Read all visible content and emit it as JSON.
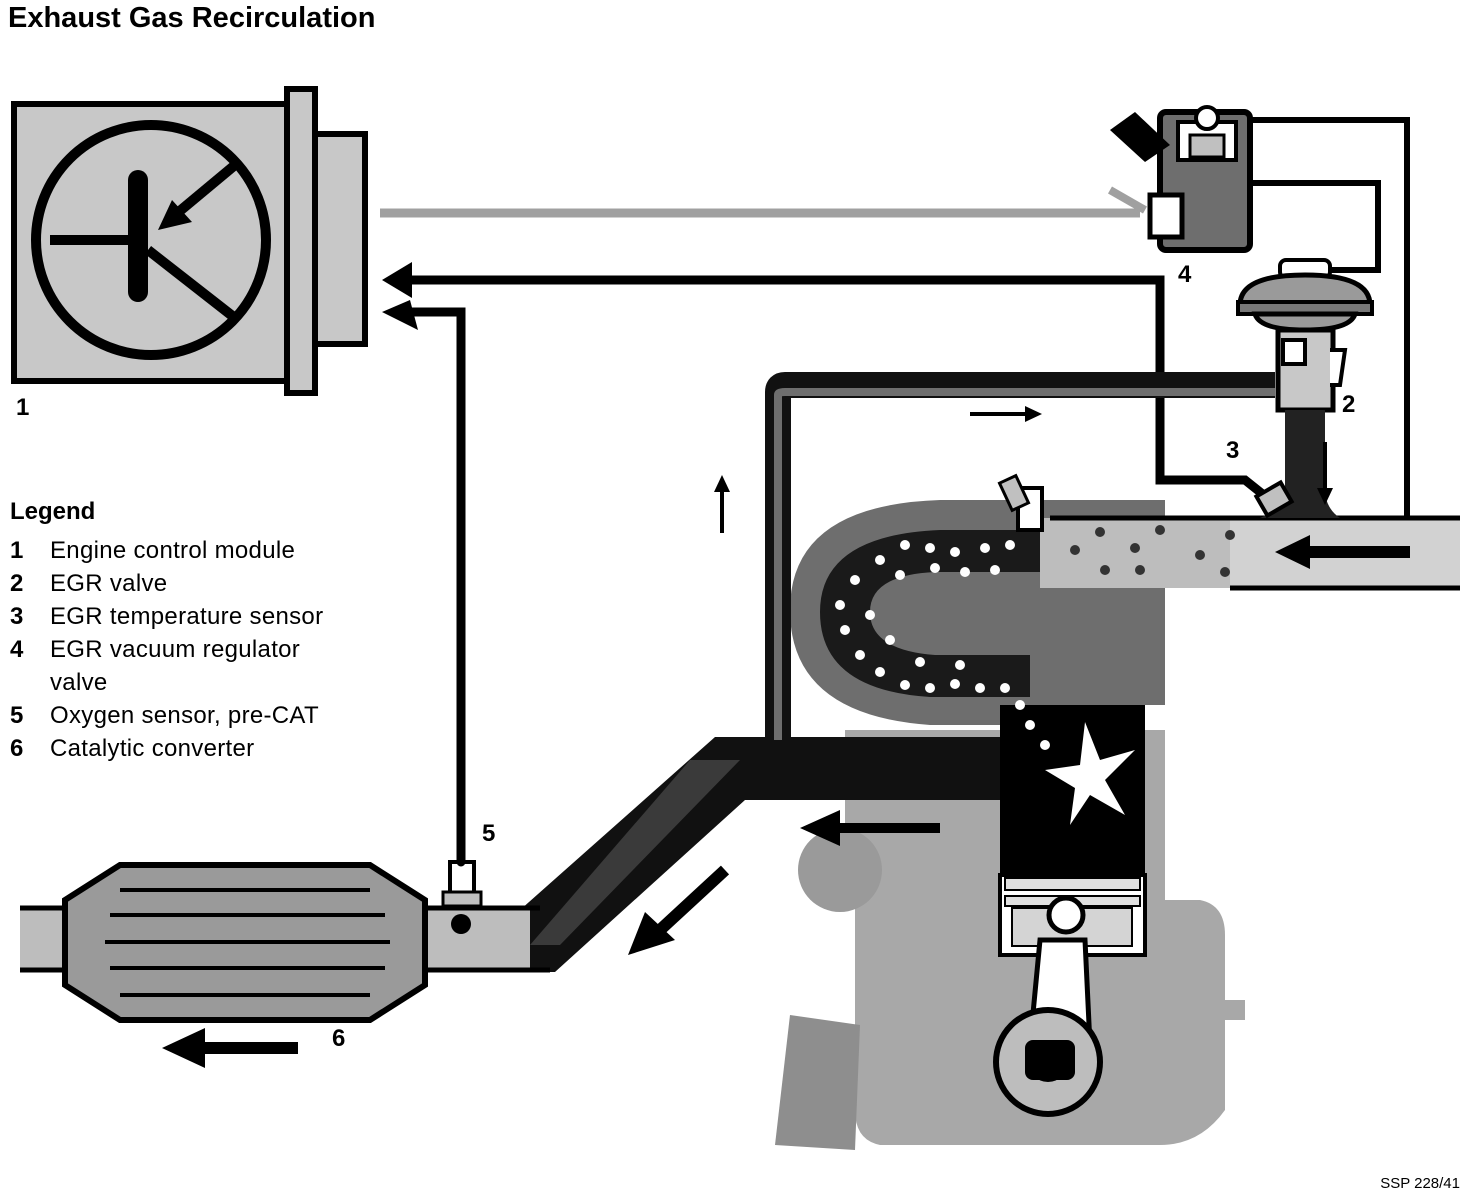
{
  "title": "Exhaust Gas Recirculation",
  "legend": {
    "heading": "Legend",
    "items": [
      {
        "num": "1",
        "label": "Engine control module"
      },
      {
        "num": "2",
        "label": "EGR valve"
      },
      {
        "num": "3",
        "label": "EGR temperature sensor"
      },
      {
        "num": "4",
        "label": "EGR vacuum regulator valve"
      },
      {
        "num": "5",
        "label": "Oxygen sensor, pre-CAT"
      },
      {
        "num": "6",
        "label": "Catalytic converter"
      }
    ]
  },
  "callouts": {
    "c1": "1",
    "c2": "2",
    "c3": "3",
    "c4": "4",
    "c5": "5",
    "c6": "6"
  },
  "figure_code": "SSP 228/41",
  "colors": {
    "ink": "#000000",
    "gray_light": "#c8c8c8",
    "gray_mid": "#a8a8a8",
    "gray_dark": "#6e6e6e"
  }
}
